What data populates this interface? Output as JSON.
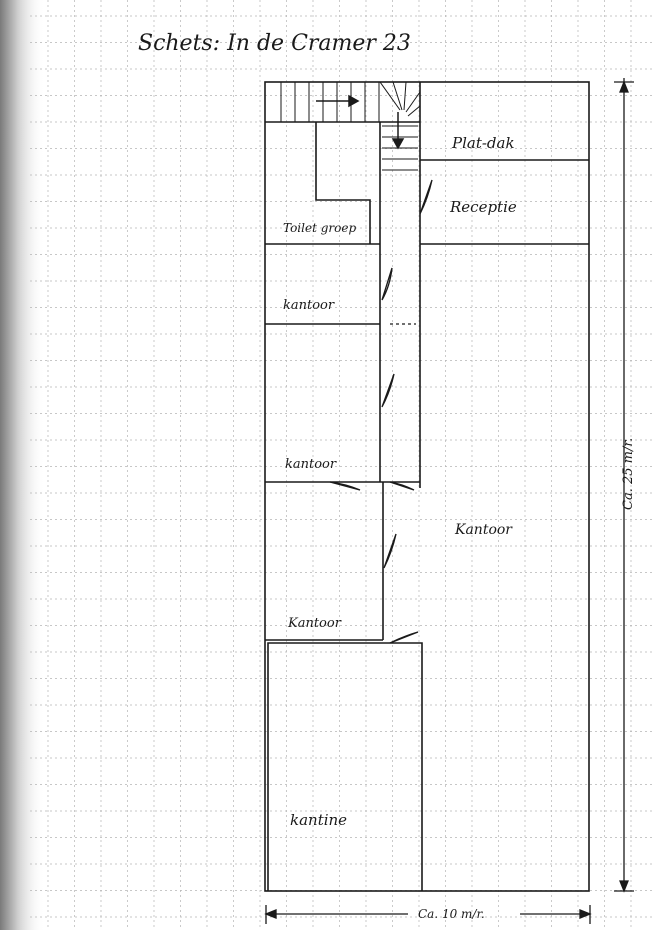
{
  "title": "Schets:  In de Cramer 23",
  "rooms": {
    "plat_dak": "Plat-dak",
    "receptie": "Receptie",
    "toilet": "Toilet groep",
    "kantoor_1": "kantoor",
    "kantoor_2": "kantoor",
    "kantoor_3": "Kantoor",
    "kantoor_4": "Kantoor",
    "kantine": "kantine"
  },
  "dimensions": {
    "height_label": "Ca. 25 m/r.",
    "width_label": "Ca. 10 m/r."
  },
  "colors": {
    "ink": "#1a1a1a",
    "grid": "#b5b5b5",
    "paper": "#ffffff"
  }
}
